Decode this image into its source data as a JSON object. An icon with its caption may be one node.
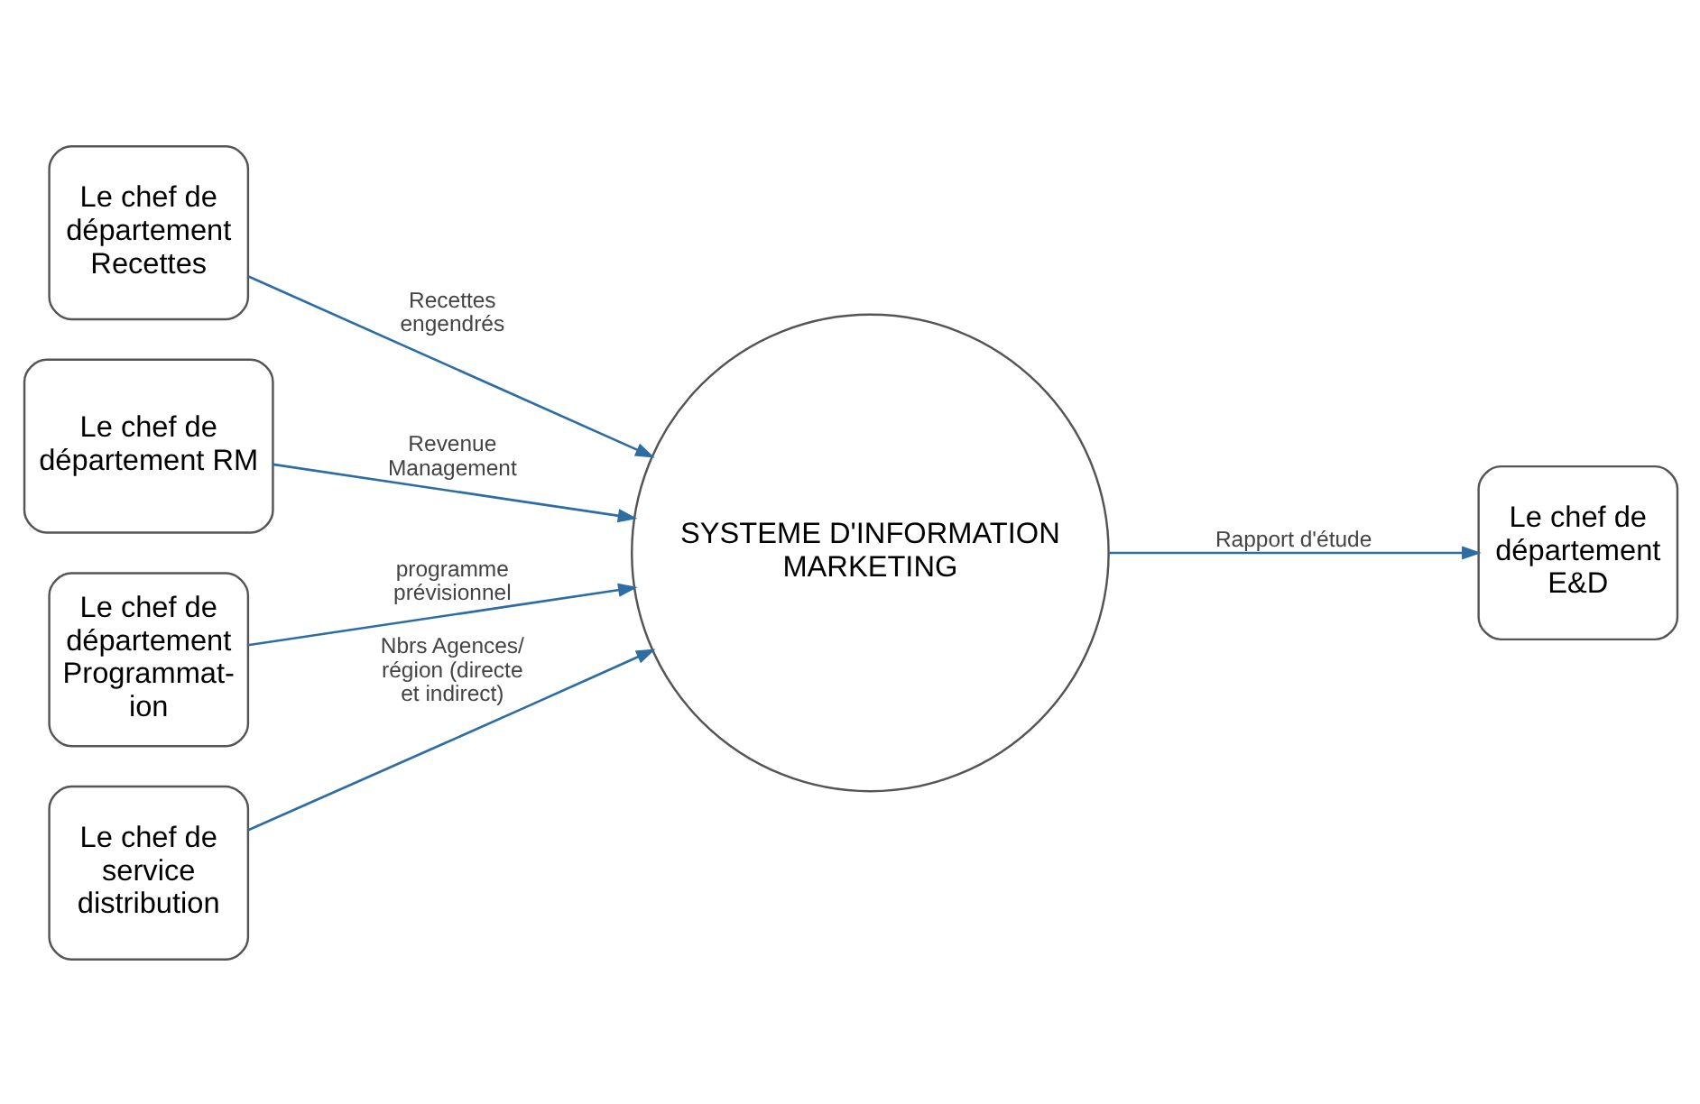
{
  "diagram": {
    "nodes": [
      {
        "text": [
          "Le chef de département Recettes"
        ]
      },
      {
        "text": [
          "Le chef de département RM"
        ]
      },
      {
        "text": [
          "Le chef de département Programmat- ion"
        ]
      },
      {
        "text": [
          "Le chef de service distribution"
        ]
      },
      {
        "text": [
          "SYSTEME D'INFORMATION MARKETING"
        ]
      },
      {
        "text": [
          "Le chef de département E&D"
        ]
      }
    ],
    "edges": [
      {
        "from": 0,
        "to": 4,
        "arrow": "to",
        "label": "Recettes engendrés"
      },
      {
        "from": 1,
        "to": 4,
        "arrow": "to",
        "label": "Revenue Management"
      },
      {
        "from": 2,
        "to": 4,
        "arrow": "to",
        "label": "programme prévisionnel"
      },
      {
        "from": 3,
        "to": 4,
        "arrow": "to",
        "label": "Nbrs Agences/ région (directe et indirect)"
      },
      {
        "from": 4,
        "to": 5,
        "arrow": "to",
        "label": "Rapport d'étude"
      }
    ]
  }
}
